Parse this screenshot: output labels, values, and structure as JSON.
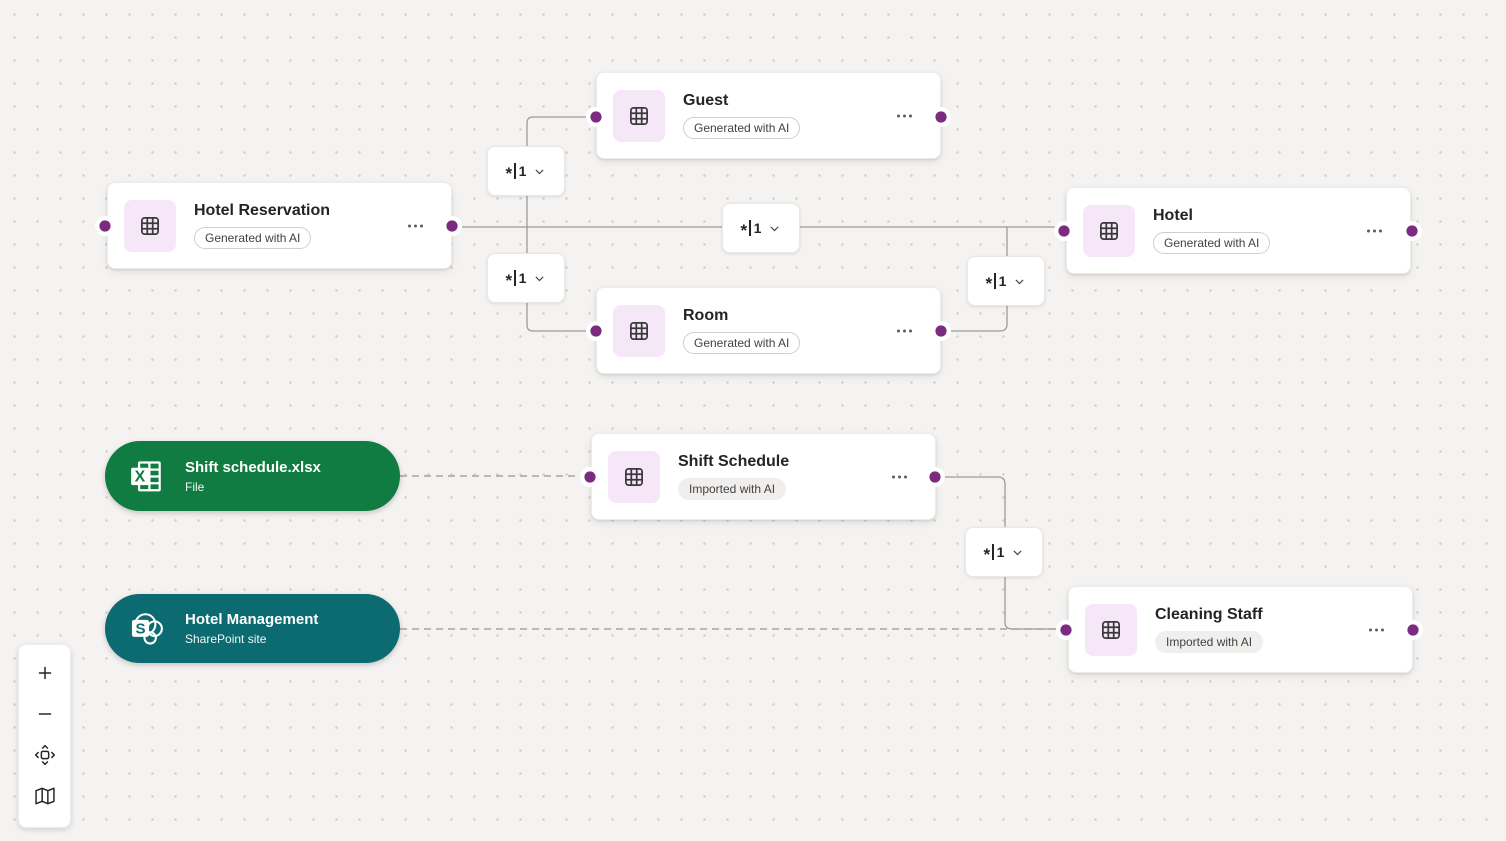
{
  "entities": [
    {
      "title": "Hotel Reservation",
      "badge": "Generated with AI"
    },
    {
      "title": "Guest",
      "badge": "Generated with AI"
    },
    {
      "title": "Room",
      "badge": "Generated with AI"
    },
    {
      "title": "Hotel",
      "badge": "Generated with AI"
    },
    {
      "title": "Shift Schedule",
      "badge": "Imported with AI"
    },
    {
      "title": "Cleaning Staff",
      "badge": "Imported with AI"
    }
  ],
  "sources": [
    {
      "title": "Shift schedule.xlsx",
      "subtitle": "File",
      "icon": "excel-icon",
      "color": "#107c41"
    },
    {
      "title": "Hotel Management",
      "subtitle": "SharePoint site",
      "icon": "sharepoint-icon",
      "color": "#0b6b70"
    }
  ],
  "relationship": {
    "many": "*",
    "one": "1"
  },
  "icons": {
    "excel_letter": "X",
    "sharepoint_letter": "S"
  },
  "colors": {
    "port": "#7d2b80",
    "entity_icon_bg": "#f5e7f7",
    "connector": "#9e9c9a",
    "canvas_bg": "#f5f3f1"
  }
}
